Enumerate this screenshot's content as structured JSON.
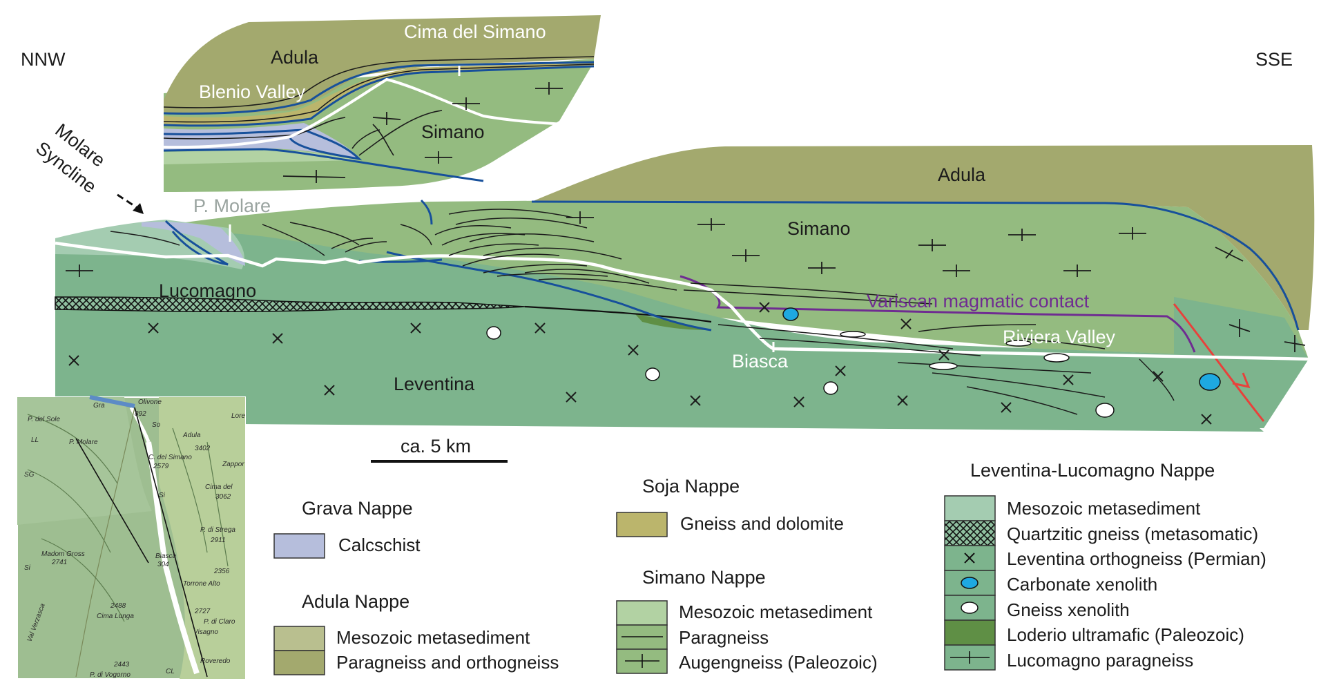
{
  "direction": {
    "left": "NNW",
    "right": "SSE"
  },
  "labels": {
    "inset_adula": "Adula",
    "cima": "Cima del Simano",
    "blenio": "Blenio Valley",
    "inset_simano": "Simano",
    "molare_syncline_1": "Molare",
    "molare_syncline_2": "Syncline",
    "p_molare": "P. Molare",
    "main_adula": "Adula",
    "main_simano": "Simano",
    "lucomagno": "Lucomagno",
    "variscan": "Variscan magmatic contact",
    "riviera": "Riviera Valley",
    "biasca": "Biasca",
    "leventina": "Leventina"
  },
  "scale": {
    "label": "ca. 5 km"
  },
  "legend": {
    "grava": {
      "title": "Grava Nappe",
      "items": [
        "Calcschist"
      ]
    },
    "adula": {
      "title": "Adula Nappe",
      "items": [
        "Mesozoic metasediment",
        "Paragneiss and orthogneiss"
      ]
    },
    "soja": {
      "title": "Soja Nappe",
      "items": [
        "Gneiss and dolomite"
      ]
    },
    "simano": {
      "title": "Simano Nappe",
      "items": [
        "Mesozoic metasediment",
        "Paragneiss",
        "Augengneiss (Paleozoic)"
      ]
    },
    "leventina": {
      "title": "Leventina-Lucomagno Nappe",
      "items": [
        "Mesozoic metasediment",
        "Quartzitic gneiss (metasomatic)",
        "Leventina orthogneiss (Permian)",
        "Carbonate xenolith",
        "Gneiss xenolith",
        "Loderio ultramafic (Paleozoic)",
        "Lucomagno paragneiss"
      ]
    }
  },
  "map": {
    "labels": [
      "Gra",
      "Olivone",
      "P. del Sole",
      "So",
      "LL",
      "P. Molare",
      "Adula",
      "C. del Simano",
      "SG",
      "Si",
      "Cima del",
      "P. di Strega",
      "Madom Gross",
      "Biasca",
      "Torrone Alto",
      "Si",
      "Cima Lunga",
      "P. di Claro",
      "Visagno",
      "Roveredo",
      "CL",
      "P. di Vogorno",
      "Val Verzasca",
      "Lore",
      "Zappor"
    ],
    "numbers": [
      "892",
      "3402",
      "2579",
      "3062",
      "2911",
      "2741",
      "304",
      "2356",
      "2488",
      "2727",
      "2443"
    ]
  },
  "colors": {
    "adula_para": "#a3a96e",
    "adula_meso": "#b9bf8f",
    "soja": "#bbb56c",
    "grava": "#b6bedc",
    "simano_para": "#94bb80",
    "simano_meso": "#b2d2a3",
    "leventina": "#7db48d",
    "lev_meso": "#a4ccb1",
    "loderio": "#5f8f45",
    "blue_line": "#17509b",
    "purple_line": "#6f2c91",
    "red_fault": "#e8413b",
    "carbonate": "#1ea9e1"
  }
}
